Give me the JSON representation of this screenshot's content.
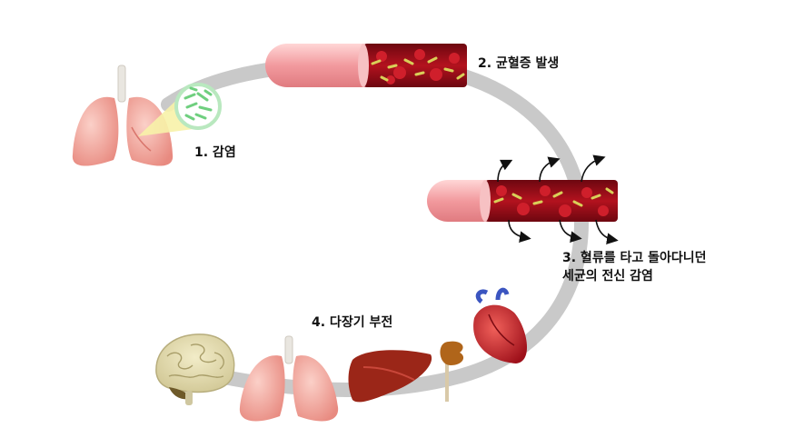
{
  "diagram": {
    "title": "",
    "steps": [
      {
        "id": "step1",
        "label": "1.  감염"
      },
      {
        "id": "step2",
        "label": "2. 균혈증 발생"
      },
      {
        "id": "step3",
        "label_line1": "3. 혈류를 타고 돌아다니던",
        "label_line2": "세균의 전신 감염"
      },
      {
        "id": "step4",
        "label": "4. 다장기 부전"
      }
    ]
  },
  "colors": {
    "path": "#c9c9c9",
    "vessel_wall": "#f4a6a8",
    "blood": "#a30d18",
    "bacteria_green": "#7fdc8a",
    "lung": "#f3a8a0",
    "liver": "#9b2618",
    "kidney": "#b0651a",
    "heart": "#c8202a",
    "brain": "#e6dfb4"
  },
  "icons": [
    "lungs-icon",
    "bacteria-magnifier-icon",
    "blood-vessel-icon",
    "brain-icon",
    "liver-icon",
    "kidney-icon",
    "heart-icon"
  ]
}
